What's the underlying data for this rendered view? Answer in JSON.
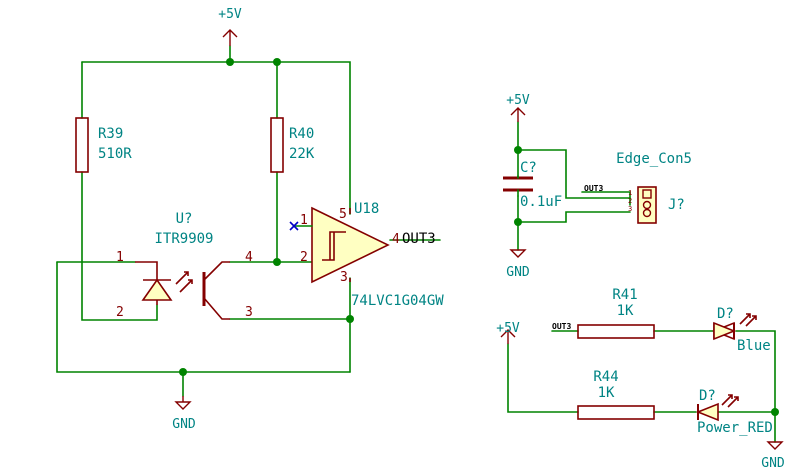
{
  "power": {
    "vcc_top": "+5V",
    "vcc_right": "+5V",
    "vcc_left": "+5V",
    "gnd_left": "GND",
    "gnd_cap": "GND",
    "gnd_right": "GND"
  },
  "components": {
    "r39": {
      "ref": "R39",
      "value": "510R"
    },
    "r40": {
      "ref": "R40",
      "value": "22K"
    },
    "r41": {
      "ref": "R41",
      "value": "1K"
    },
    "r44": {
      "ref": "R44",
      "value": "1K"
    },
    "c": {
      "ref": "C?",
      "value": "0.1uF"
    },
    "u_opto": {
      "ref": "U?",
      "value": "ITR9909",
      "pins": [
        "1",
        "2",
        "4",
        "3"
      ]
    },
    "u18": {
      "ref": "U18",
      "value": "74LVC1G04GW",
      "pins": [
        "1",
        "2",
        "3",
        "4",
        "5"
      ],
      "output_label": "OUT3"
    },
    "conn": {
      "ref": "J?",
      "value": "Edge_Con5",
      "pins": [
        "1",
        "2",
        "3"
      ],
      "net_label": "OUT3"
    },
    "led_blue": {
      "ref": "D?",
      "value": "Blue"
    },
    "led_red": {
      "ref": "D?",
      "value": "Power_RED"
    }
  },
  "nets": {
    "out3_r41": "OUT3"
  },
  "colors": {
    "wire": "#008400",
    "part": "#840000",
    "part_fill": "#ffffc2",
    "label": "#008484",
    "no_connect": "#0000c8"
  }
}
